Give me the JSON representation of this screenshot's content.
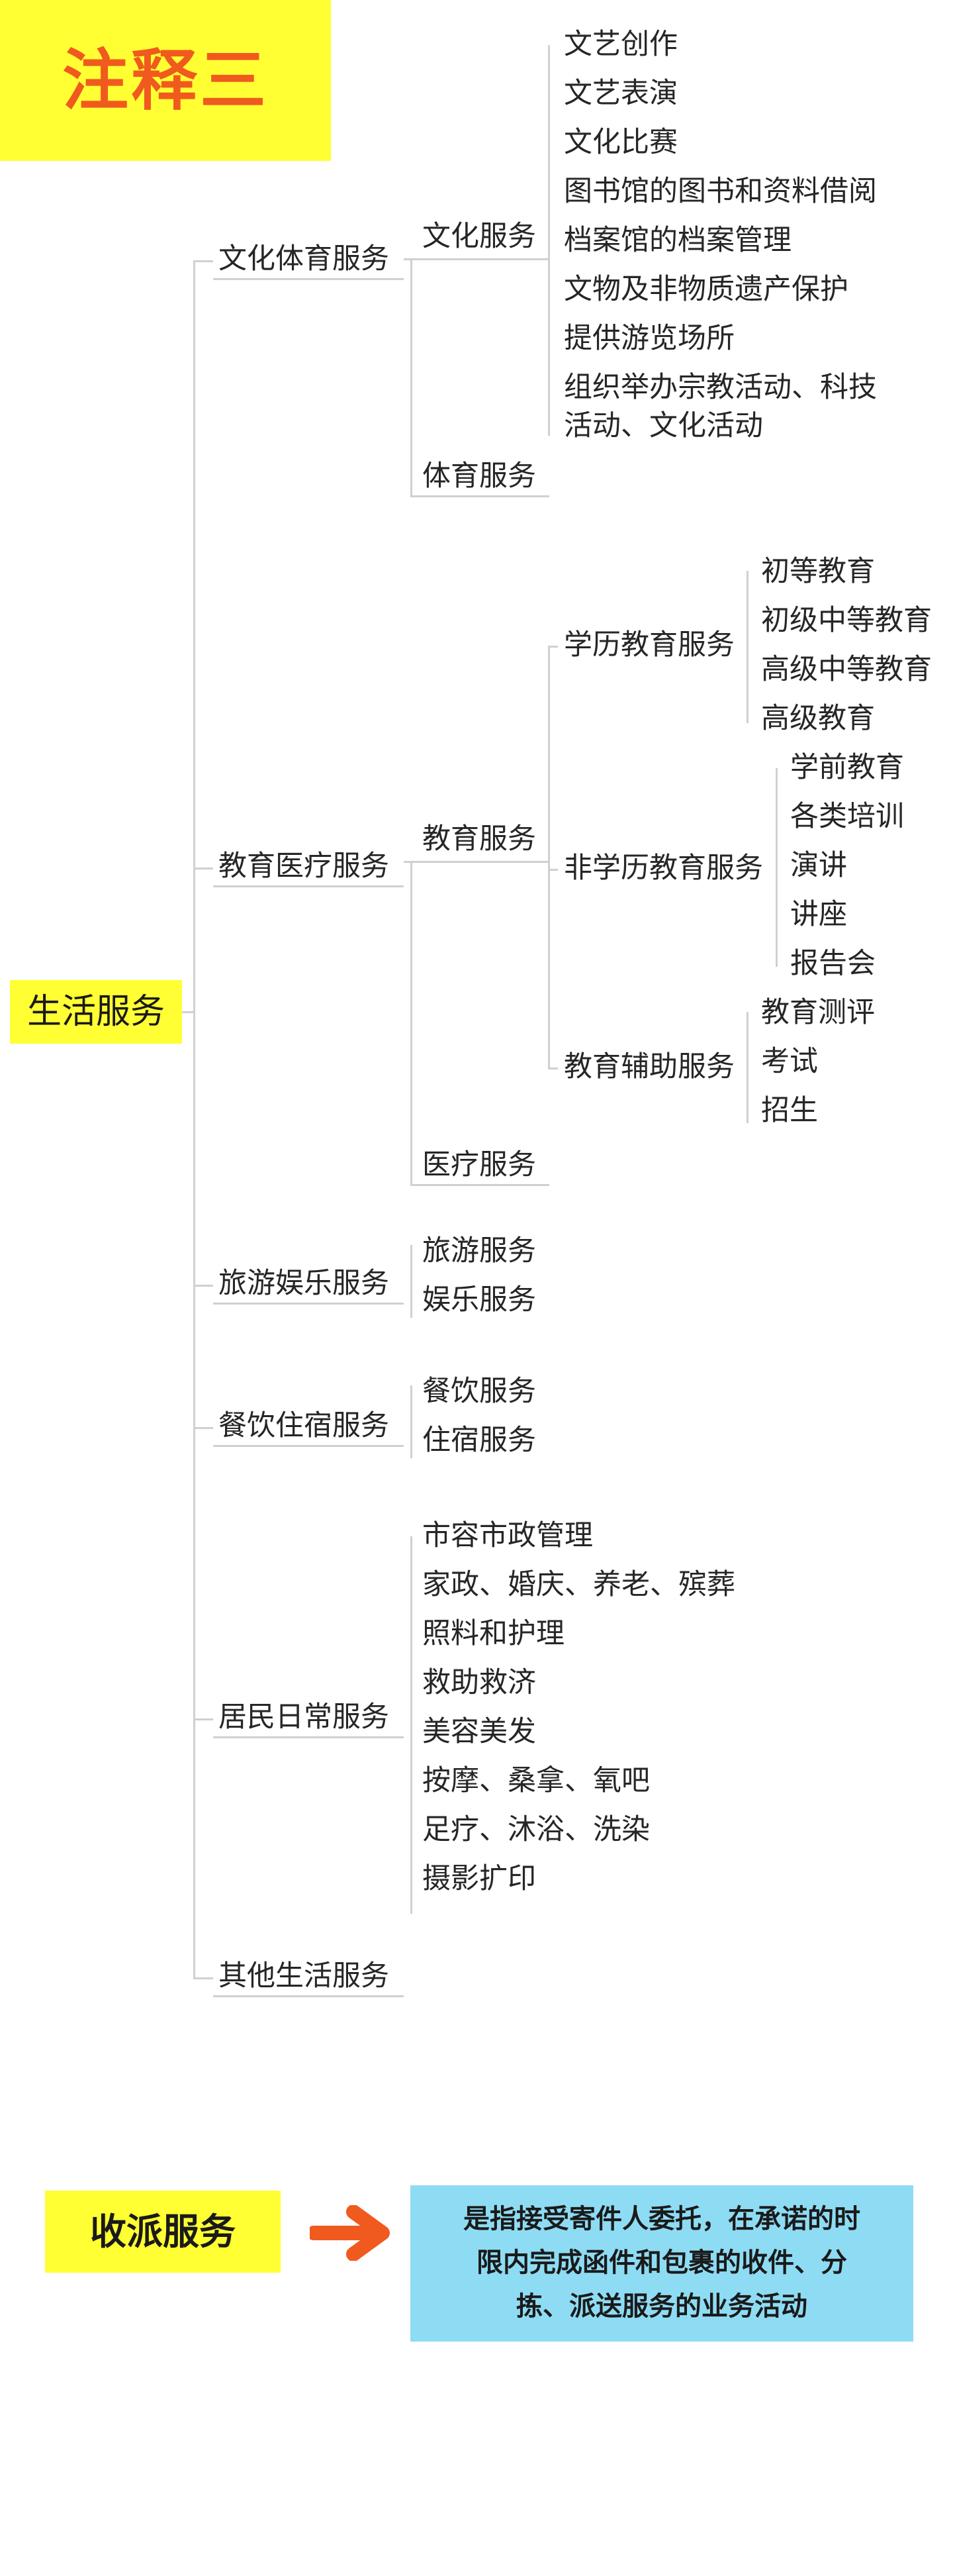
{
  "title": "注释三",
  "root": "生活服务",
  "cat1": {
    "label": "文化体育服务",
    "culture": "文化服务",
    "culture_items": [
      "文艺创作",
      "文艺表演",
      "文化比赛",
      "图书馆的图书和资料借阅",
      "档案馆的档案管理",
      "文物及非物质遗产保护",
      "提供游览场所"
    ],
    "culture_item_wrap": [
      "组织举办宗教活动、科技",
      "活动、文化活动"
    ],
    "sports": "体育服务"
  },
  "cat2": {
    "label": "教育医疗服务",
    "education": "教育服务",
    "degree": "学历教育服务",
    "degree_items": [
      "初等教育",
      "初级中等教育",
      "高级中等教育",
      "高级教育"
    ],
    "nondegree": "非学历教育服务",
    "nondegree_items": [
      "学前教育",
      "各类培训",
      "演讲",
      "讲座",
      "报告会"
    ],
    "aux": "教育辅助服务",
    "aux_items": [
      "教育测评",
      "考试",
      "招生"
    ],
    "medical": "医疗服务"
  },
  "cat3": {
    "label": "旅游娱乐服务",
    "items": [
      "旅游服务",
      "娱乐服务"
    ]
  },
  "cat4": {
    "label": "餐饮住宿服务",
    "items": [
      "餐饮服务",
      "住宿服务"
    ]
  },
  "cat5": {
    "label": "居民日常服务",
    "items": [
      "市容市政管理",
      "家政、婚庆、养老、殡葬",
      "照料和护理",
      "救助救济",
      "美容美发",
      "按摩、桑拿、氧吧",
      "足疗、沐浴、洗染",
      "摄影扩印"
    ]
  },
  "cat6": {
    "label": "其他生活服务"
  },
  "bottom": {
    "term": "收派服务",
    "definition_lines": [
      "是指接受寄件人委托，在承诺的时",
      "限内完成函件和包裹的收件、分",
      "拣、派送服务的业务活动"
    ],
    "arrow_color": "#f05a1e",
    "box_color": "#8edcf4",
    "highlight_color": "#ffff33"
  }
}
